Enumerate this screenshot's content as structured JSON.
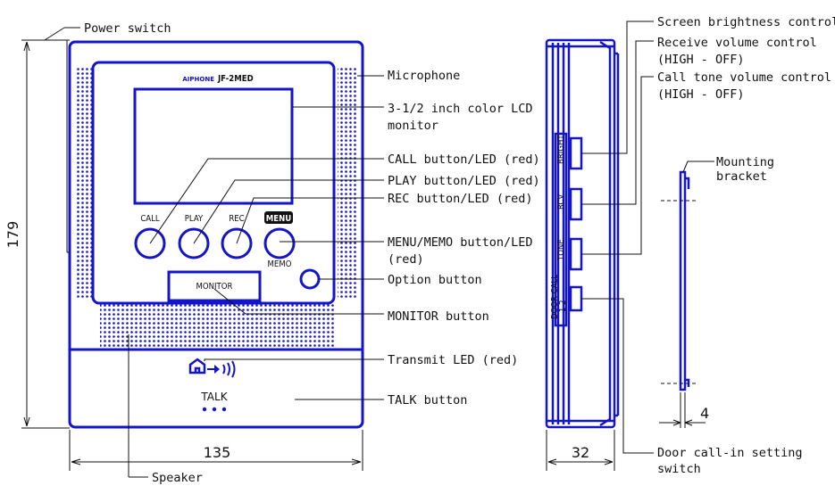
{
  "model": "JF-2MED",
  "brand": "AIPHONE",
  "buttons": {
    "call": "CALL",
    "play": "PLAY",
    "rec": "REC",
    "menu": "MENU",
    "memo": "MEMO",
    "monitor": "MONITOR",
    "talk": "TALK"
  },
  "side_labels": {
    "bright": "BRIGHT",
    "rcv": "RCV",
    "tone": "TONE",
    "door_call": "DOOR CALL",
    "door_call_pos": "1 2"
  },
  "dimensions": {
    "height": "179",
    "width": "135",
    "depth": "32",
    "bracket": "4"
  },
  "callouts": {
    "power_switch": "Power switch",
    "microphone": "Microphone",
    "lcd_line1": "3-1/2 inch color LCD",
    "lcd_line2": "monitor",
    "call_button": "CALL button/LED (red)",
    "play_button": "PLAY button/LED (red)",
    "rec_button": "REC button/LED (red)",
    "menu_line1": "MENU/MEMO button/LED",
    "menu_line2": "(red)",
    "option_button": "Option button",
    "monitor_button": "MONITOR button",
    "transmit_led": "Transmit LED (red)",
    "talk_button": "TALK button",
    "speaker": "Speaker",
    "screen_brightness": "Screen brightness control",
    "receive_volume_line1": "Receive volume control",
    "receive_volume_line2": "(HIGH - OFF)",
    "call_tone_line1": "Call tone volume control",
    "call_tone_line2": "(HIGH - OFF)",
    "mounting_line1": "Mounting",
    "mounting_line2": "bracket",
    "door_call_line1": "Door call-in setting",
    "door_call_line2": "switch"
  },
  "colors": {
    "device": "#1414c8",
    "line": "#111111"
  }
}
